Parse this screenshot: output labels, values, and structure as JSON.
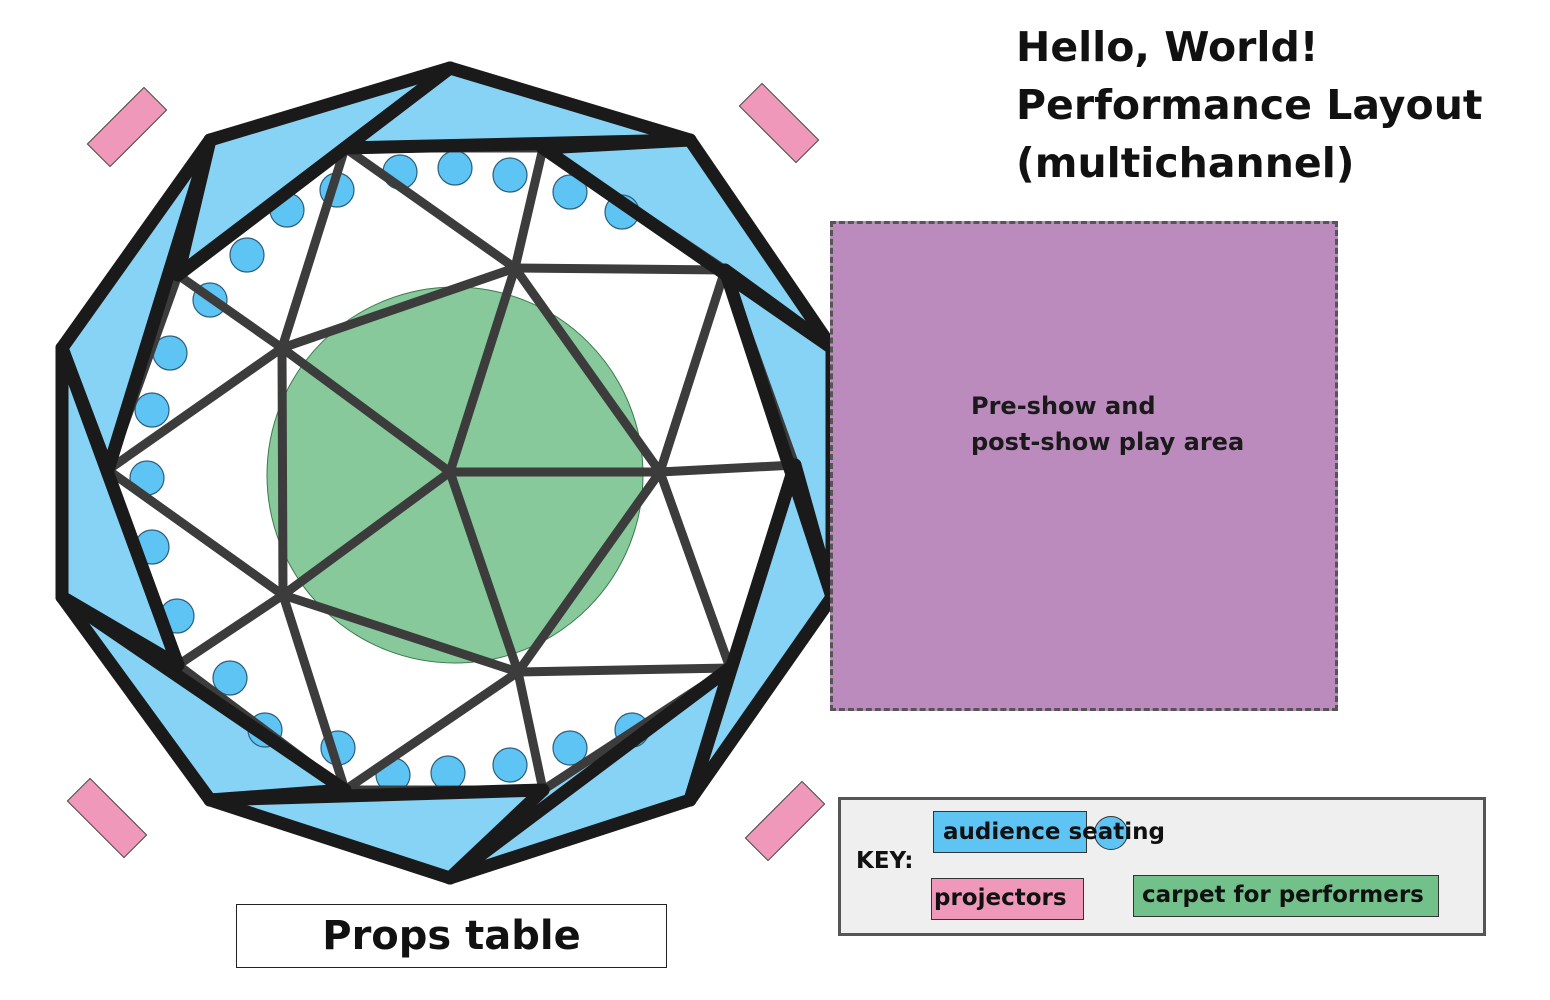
{
  "title": {
    "line1": "Hello, World!",
    "line2": "Performance Layout",
    "line3": "(multichannel)"
  },
  "play_area": {
    "line1": "Pre-show and",
    "line2": "post-show play area"
  },
  "props_table": "Props table",
  "key": {
    "label": "KEY:",
    "audience": "audience seating",
    "projectors": "projectors",
    "carpet": "carpet for performers"
  },
  "colors": {
    "audience": "#5ec4f3",
    "projectors": "#f098b9",
    "carpet": "#72c08a",
    "play_area": "#bb8bbd",
    "frame": "#1a1a1a"
  }
}
